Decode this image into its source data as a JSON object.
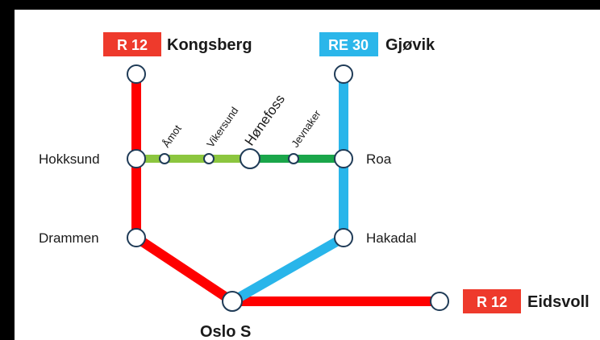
{
  "stations": {
    "kongsberg_top": "",
    "gjovik_top": "",
    "hokksund": "Hokksund",
    "amot": "Åmot",
    "vikersund": "Vikersund",
    "honefoss": "Hønefoss",
    "jevnaker": "Jevnaker",
    "roa": "Roa",
    "drammen": "Drammen",
    "hakadal": "Hakadal",
    "oslo": "Oslo S",
    "eidsvoll_end": ""
  },
  "routes": {
    "r12_top": {
      "code": "R 12",
      "destination": "Kongsberg"
    },
    "re30_top": {
      "code": "RE 30",
      "destination": "Gjøvik"
    },
    "r12_right": {
      "code": "R 12",
      "destination": "Eidsvoll"
    }
  },
  "colors": {
    "r12_line": "#ff0000",
    "re30_line": "#29b5ea",
    "light_green": "#8cc63f",
    "dark_green": "#1aa64a",
    "r12_badge": "#ee3a2c",
    "re30_badge": "#2bb6ea",
    "station_stroke": "#1f3b57",
    "label_text": "#1a1a1a",
    "badge_text": "#ffffff"
  }
}
